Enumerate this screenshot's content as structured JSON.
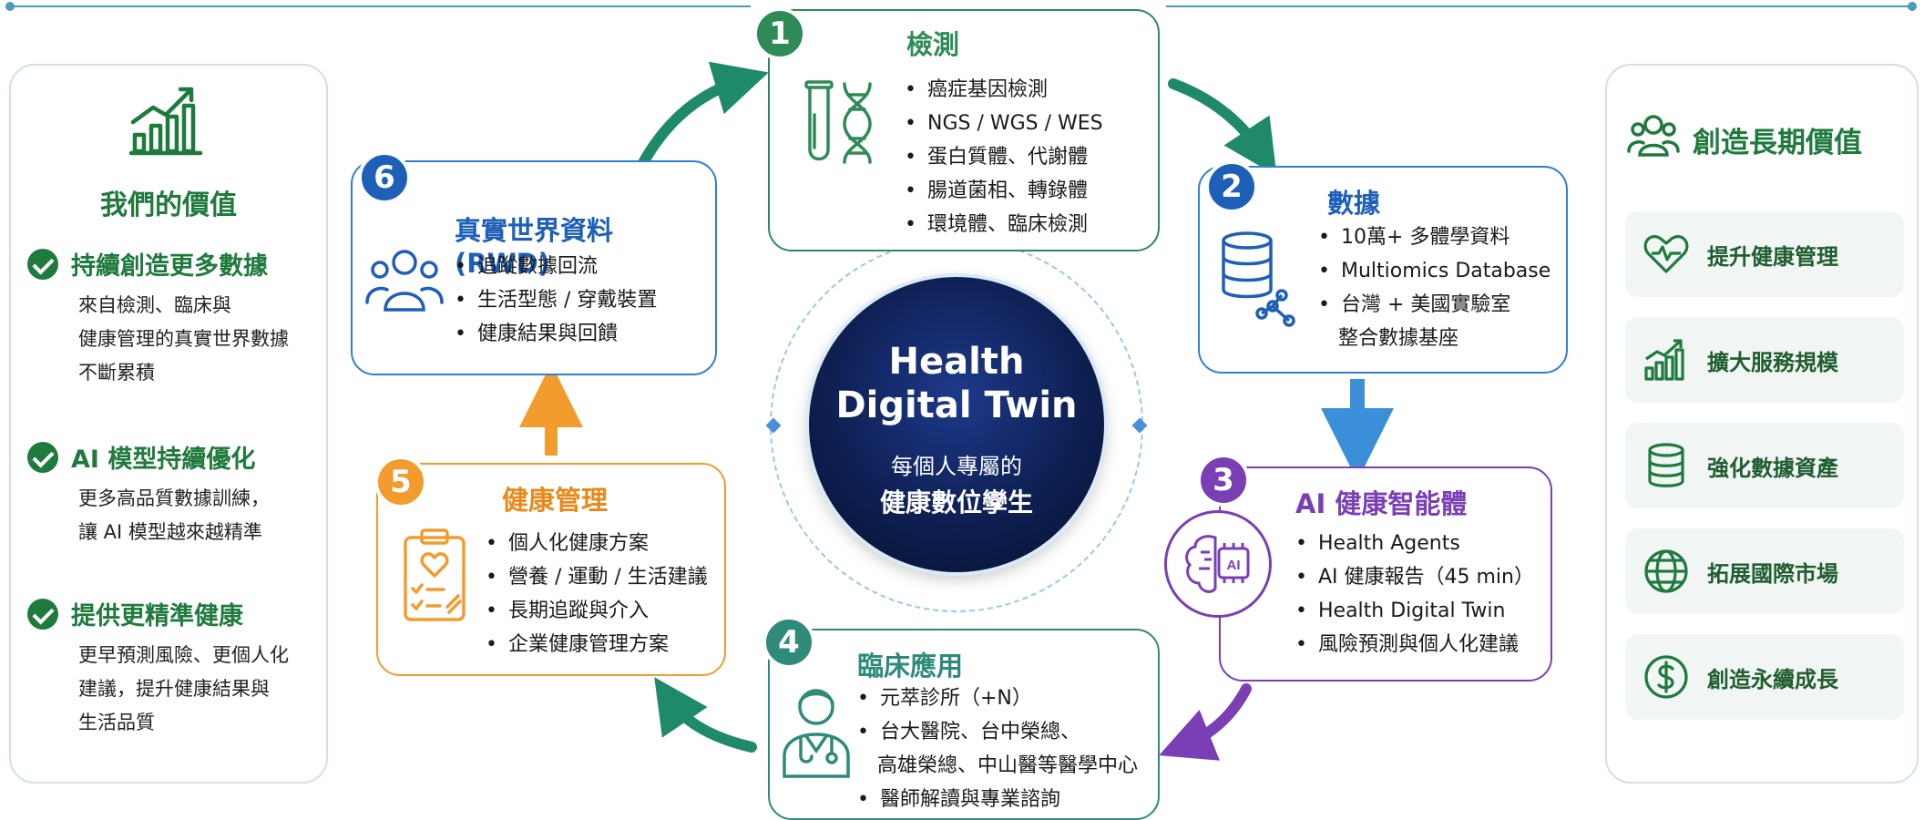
{
  "left_panel": {
    "title": "我們的價值",
    "items": [
      {
        "title": "持續創造更多數據",
        "lines": [
          "來自檢測、臨床與",
          "健康管理的真實世界數據",
          "不斷累積"
        ]
      },
      {
        "title": "AI 模型持續優化",
        "lines": [
          "更多高品質數據訓練，",
          "讓 AI 模型越來越精準"
        ]
      },
      {
        "title": "提供更精準健康",
        "lines": [
          "更早預測風險、更個人化",
          "建議，提升健康結果與",
          "生活品質"
        ]
      }
    ]
  },
  "right_panel": {
    "title": "創造長期價值",
    "items": [
      {
        "label": "提升健康管理",
        "icon": "heart-pulse-icon"
      },
      {
        "label": "擴大服務規模",
        "icon": "growth-chart-icon"
      },
      {
        "label": "強化數據資產",
        "icon": "database-icon"
      },
      {
        "label": "拓展國際市場",
        "icon": "globe-icon"
      },
      {
        "label": "創造永續成長",
        "icon": "dollar-coin-icon"
      }
    ]
  },
  "center": {
    "title_line1": "Health",
    "title_line2": "Digital Twin",
    "subtitle_line1": "每個人專屬的",
    "subtitle_line2": "健康數位孿生"
  },
  "steps": [
    {
      "number": "1",
      "title": "檢測",
      "color": "#2e8b57",
      "icon": "test-tube-dna-icon",
      "bullets": [
        "癌症基因檢測",
        "NGS / WGS / WES",
        "蛋白質體、代謝體",
        "腸道菌相、轉錄體",
        "環境體、臨床檢測"
      ]
    },
    {
      "number": "2",
      "title": "數據",
      "color": "#2f7fd6",
      "icon": "database-network-icon",
      "bullets": [
        "10萬+ 多體學資料",
        "Multiomics Database",
        "台灣 + 美國實驗室"
      ],
      "continuation": "整合數據基座"
    },
    {
      "number": "3",
      "title": "AI 健康智能體",
      "color": "#7a3fb5",
      "icon": "ai-brain-icon",
      "bullets": [
        "Health Agents",
        "AI 健康報告（45 min）",
        "Health Digital Twin",
        "風險預測與個人化建議"
      ]
    },
    {
      "number": "4",
      "title": "臨床應用",
      "color": "#2e8b7a",
      "icon": "doctor-icon",
      "bullets": [
        "元萃診所（+N）",
        "台大醫院、台中榮總、"
      ],
      "continuation": "高雄榮總、中山醫等醫學中心",
      "bullets_after": [
        "醫師解讀與專業諮詢"
      ]
    },
    {
      "number": "5",
      "title": "健康管理",
      "color": "#f29b2e",
      "icon": "clipboard-heart-icon",
      "bullets": [
        "個人化健康方案",
        "營養 / 運動 / 生活建議",
        "長期追蹤與介入",
        "企業健康管理方案"
      ]
    },
    {
      "number": "6",
      "title": "真實世界資料 (RWD)",
      "color": "#2f7fd6",
      "icon": "people-group-icon",
      "bullets": [
        "追蹤數據回流",
        "生活型態 / 穿戴裝置",
        "健康結果與回饋"
      ]
    }
  ]
}
